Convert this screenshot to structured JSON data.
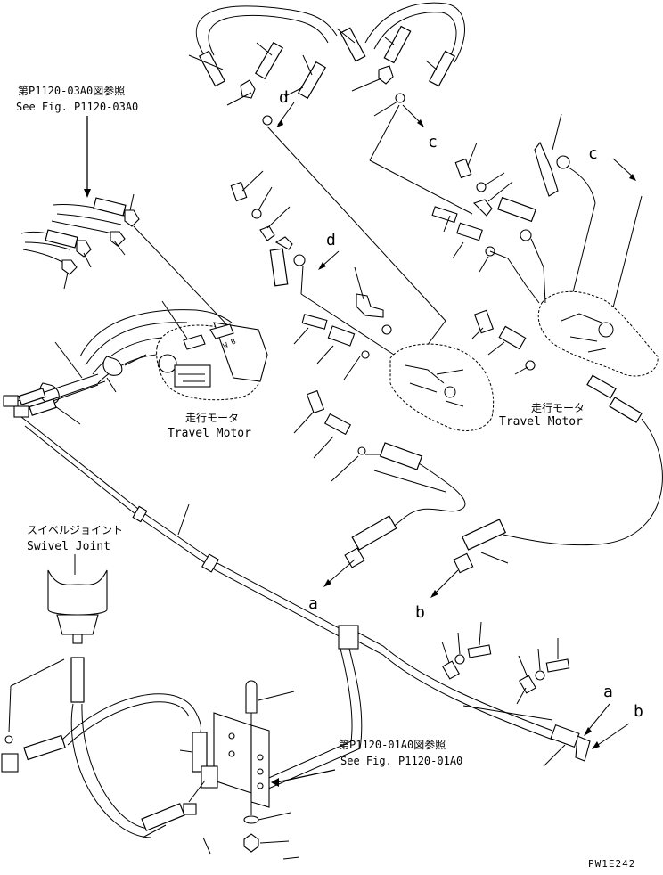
{
  "references": {
    "top_jp": "第P1120-03A0図参照",
    "top_en": "See Fig. P1120-03A0",
    "bottom_jp": "第P1120-01A0図参照",
    "bottom_en": "See Fig. P1120-01A0"
  },
  "components": {
    "travel_motor_left_jp": "走行モータ",
    "travel_motor_left_en": "Travel Motor",
    "travel_motor_right_jp": "走行モータ",
    "travel_motor_right_en": "Travel Motor",
    "swivel_joint_jp": "スイベルジョイント",
    "swivel_joint_en": "Swivel Joint"
  },
  "callouts": {
    "a1": "a",
    "b1": "b",
    "a2": "a",
    "b2": "b",
    "c1": "c",
    "c2": "c",
    "d1": "d",
    "d2": "d"
  },
  "drawing_code": "PW1E242"
}
